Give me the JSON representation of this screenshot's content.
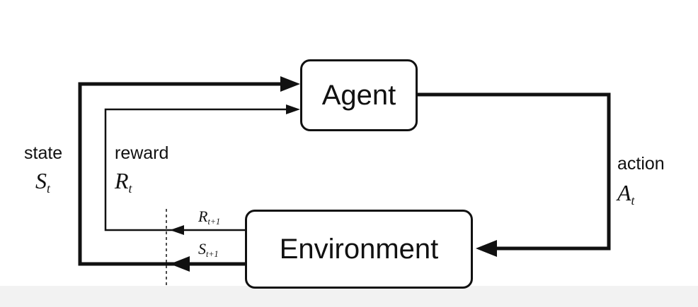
{
  "diagram": {
    "nodes": {
      "agent": {
        "label": "Agent"
      },
      "environment": {
        "label": "Environment"
      }
    },
    "edges": {
      "state": {
        "word": "state",
        "symbol": "S",
        "subscript": "t"
      },
      "reward": {
        "word": "reward",
        "symbol": "R",
        "subscript": "t"
      },
      "action": {
        "word": "action",
        "symbol": "A",
        "subscript": "t"
      },
      "next_reward": {
        "symbol": "R",
        "subscript": "t+1"
      },
      "next_state": {
        "symbol": "S",
        "subscript": "t+1"
      }
    },
    "colors": {
      "stroke": "#111111",
      "background": "#ffffff",
      "bottom_band": "#f2f2f2"
    }
  }
}
